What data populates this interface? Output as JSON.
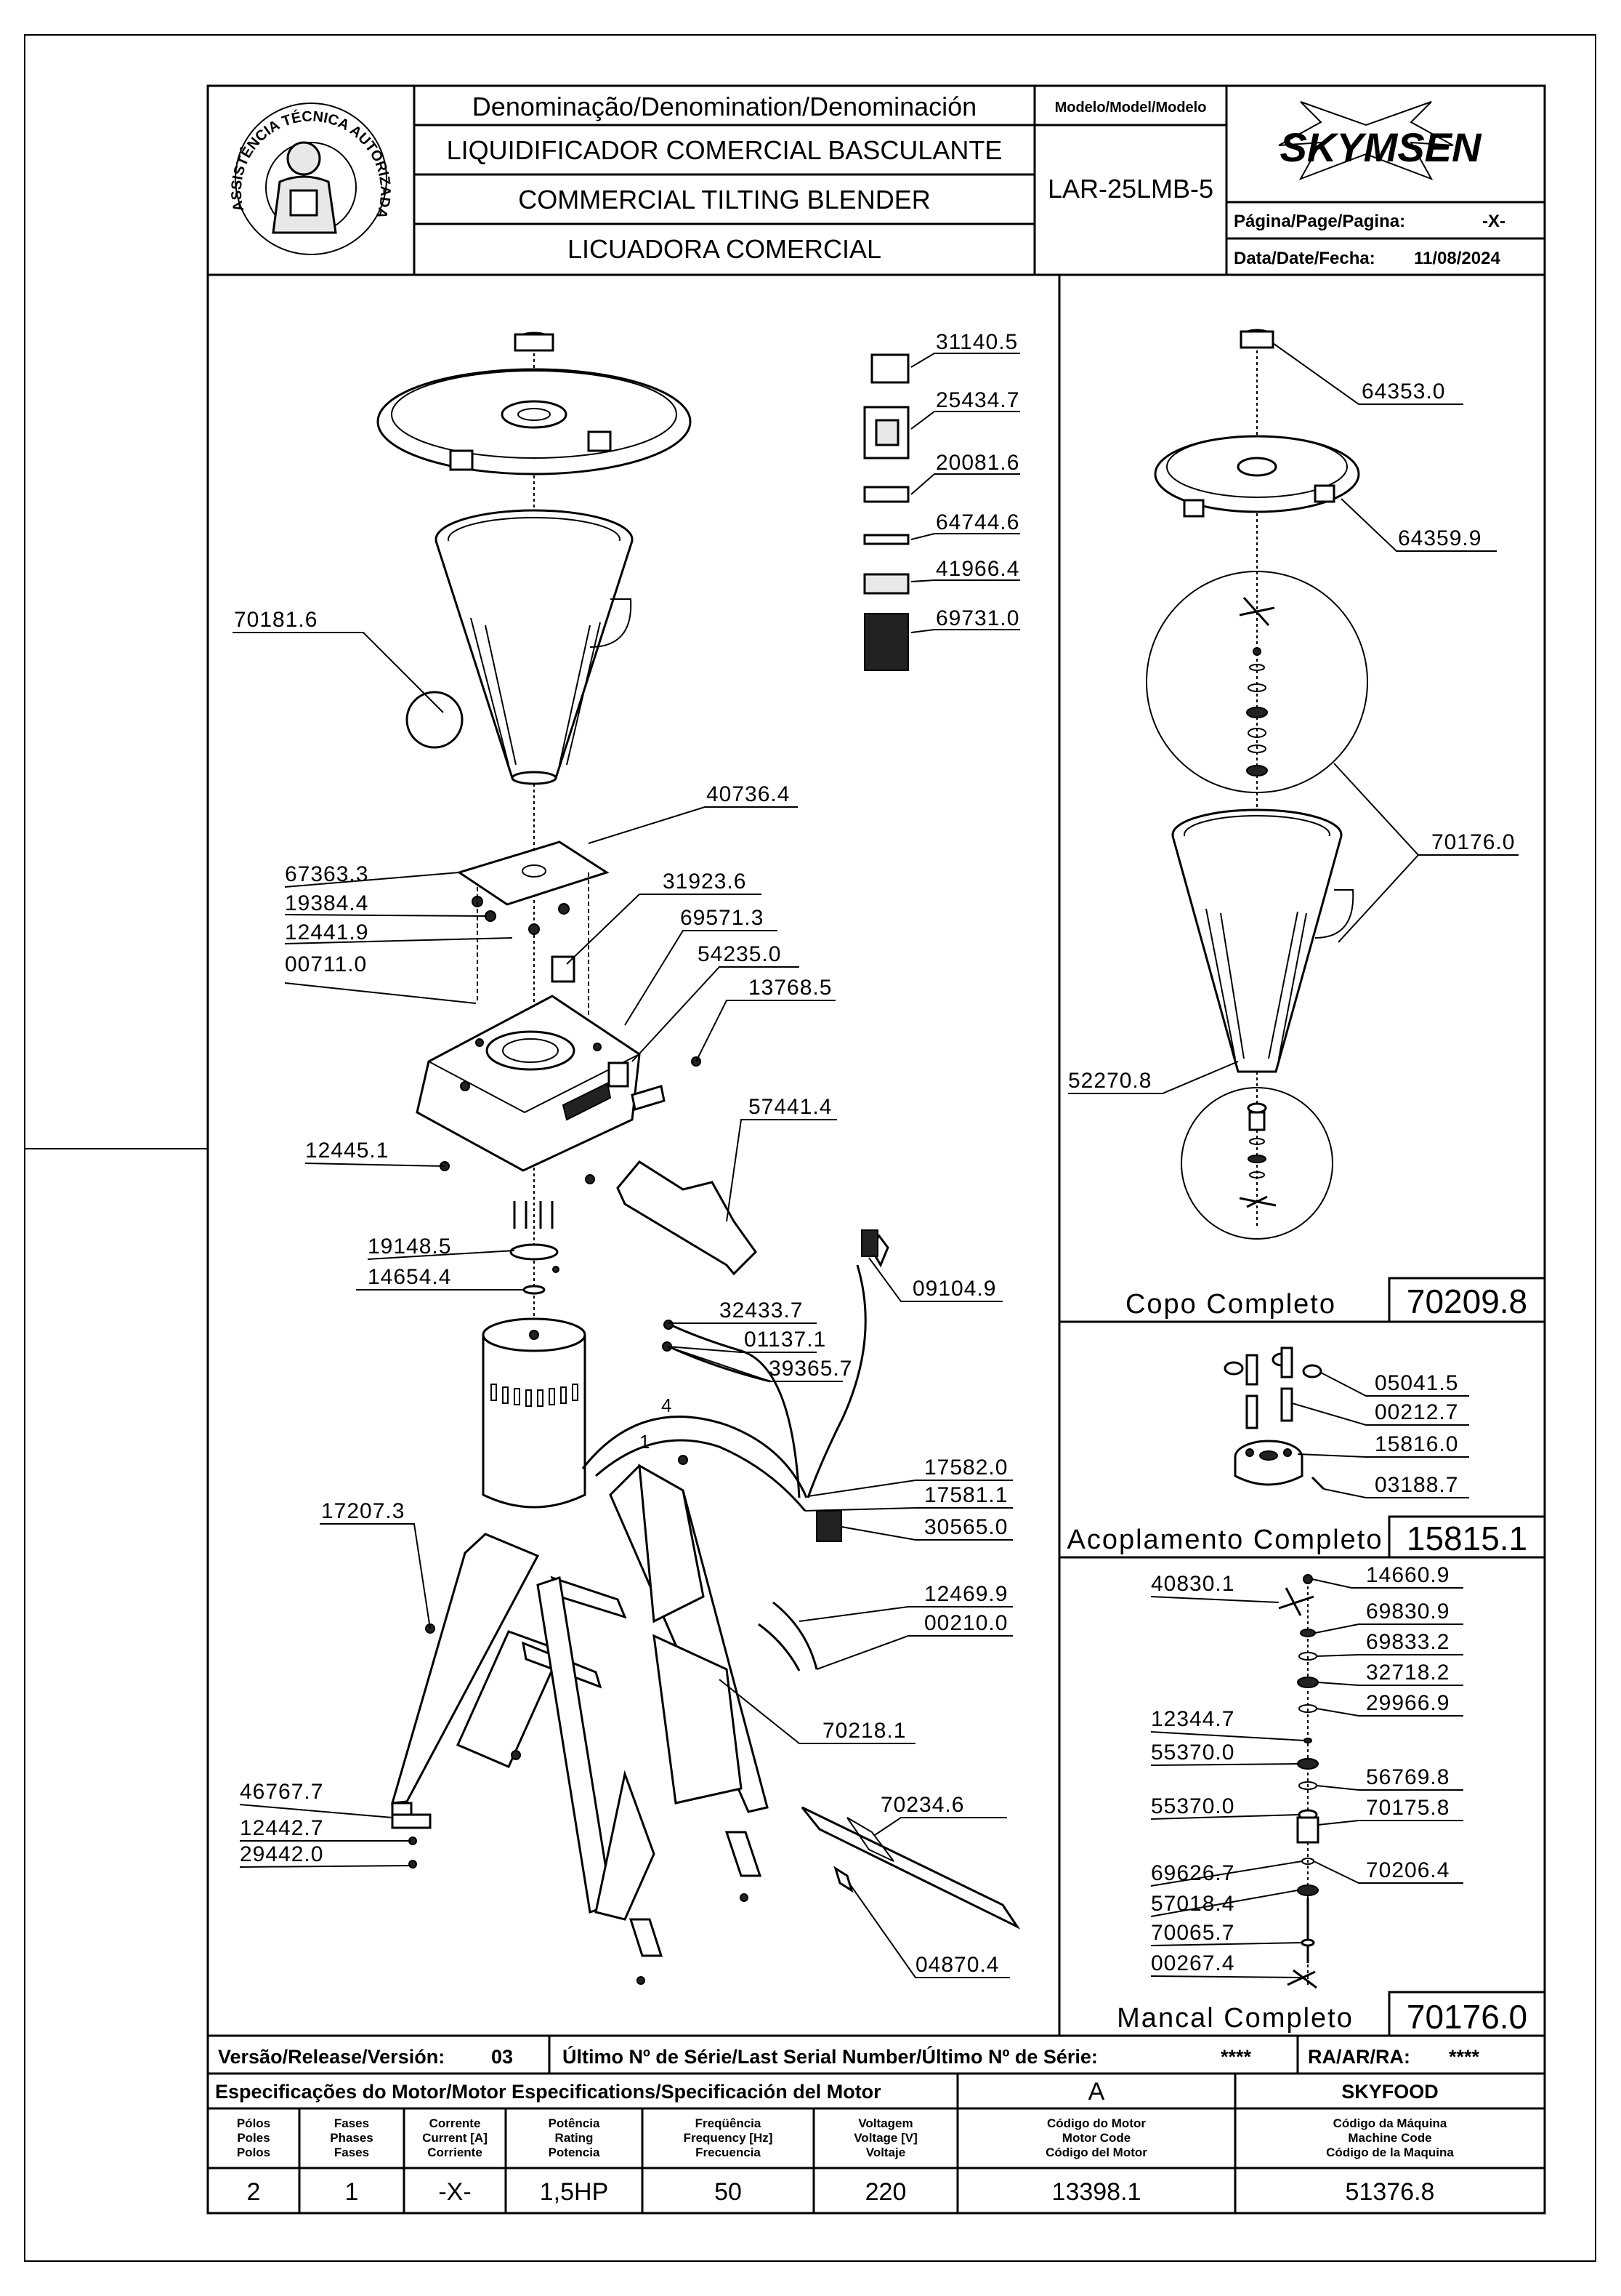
{
  "header": {
    "denomination_label": "Denominação/Denomination/Denominación",
    "name_pt": "LIQUIDIFICADOR COMERCIAL BASCULANTE",
    "name_en": "COMMERCIAL TILTING BLENDER",
    "name_es": "LICUADORA COMERCIAL",
    "model_label": "Modelo/Model/Modelo",
    "model": "LAR-25LMB-5",
    "brand": "SKYMSEN",
    "page_label": "Página/Page/Pagina:",
    "page_value": "-X-",
    "date_label": "Data/Date/Fecha:",
    "date_value": "11/08/2024",
    "seal_text": "ASSISTÊNCIA TÉCNICA AUTORIZADA"
  },
  "parts": {
    "p31140": "31140.5",
    "p25434": "25434.7",
    "p20081": "20081.6",
    "p64744": "64744.6",
    "p41966": "41966.4",
    "p69731": "69731.0",
    "p70181": "70181.6",
    "p40736": "40736.4",
    "p67363": "67363.3",
    "p19384": "19384.4",
    "p12441": "12441.9",
    "p00711": "00711.0",
    "p31923": "31923.6",
    "p69571": "69571.3",
    "p54235": "54235.0",
    "p13768": "13768.5",
    "p12445": "12445.1",
    "p57441": "57441.4",
    "p19148": "19148.5",
    "p14654": "14654.4",
    "p09104": "09104.9",
    "p32433": "32433.7",
    "p01137": "01137.1",
    "p39365": "39365.7",
    "p17582": "17582.0",
    "p17581": "17581.1",
    "p30565": "30565.0",
    "p17207": "17207.3",
    "p12469": "12469.9",
    "p00210": "00210.0",
    "p70218": "70218.1",
    "p70234": "70234.6",
    "p46767": "46767.7",
    "p12442": "12442.7",
    "p29442": "29442.0",
    "p04870": "04870.4",
    "p64353": "64353.0",
    "p64359": "64359.9",
    "p70176a": "70176.0",
    "p52270": "52270.8",
    "p05041": "05041.5",
    "p00212": "00212.7",
    "p15816": "15816.0",
    "p03188": "03188.7",
    "p40830": "40830.1",
    "p14660": "14660.9",
    "p69830": "69830.9",
    "p69833": "69833.2",
    "p32718": "32718.2",
    "p29966": "29966.9",
    "p12344": "12344.7",
    "p55370a": "55370.0",
    "p56769": "56769.8",
    "p55370b": "55370.0",
    "p70175": "70175.8",
    "p69626": "69626.7",
    "p70206": "70206.4",
    "p57018": "57018.4",
    "p70065": "70065.7",
    "p00267": "00267.4",
    "wire4": "4",
    "wire1": "1"
  },
  "sections": {
    "copo_label": "Copo Completo",
    "copo_code": "70209.8",
    "acopl_label": "Acoplamento Completo",
    "acopl_code": "15815.1",
    "mancal_label": "Mancal Completo",
    "mancal_code": "70176.0"
  },
  "footer": {
    "version_label": "Versão/Release/Versión:",
    "version_value": "03",
    "serial_label": "Último Nº de Série/Last Serial Number/Último Nº de Série:",
    "serial_value": "****",
    "ra_label": "RA/AR/RA:",
    "ra_value": "****",
    "motor_spec_label": "Especificações do Motor/Motor Especifications/Specificación del Motor",
    "motor_spec_code": "A",
    "manufacturer": "SKYFOOD",
    "poles_label": [
      "Pólos",
      "Poles",
      "Polos"
    ],
    "phases_label": [
      "Fases",
      "Phases",
      "Fases"
    ],
    "current_label": [
      "Corrente",
      "Current [A]",
      "Corriente"
    ],
    "power_label": [
      "Potência",
      "Rating",
      "Potencia"
    ],
    "freq_label": [
      "Freqüência",
      "Frequency [Hz]",
      "Frecuencia"
    ],
    "voltage_label": [
      "Voltagem",
      "Voltage [V]",
      "Voltaje"
    ],
    "motor_code_label": [
      "Código do Motor",
      "Motor Code",
      "Código del Motor"
    ],
    "machine_code_label": [
      "Código da Máquina",
      "Machine Code",
      "Código de la Maquina"
    ],
    "poles": "2",
    "phases": "1",
    "current": "-X-",
    "power": "1,5HP",
    "frequency": "50",
    "voltage": "220",
    "motor_code": "13398.1",
    "machine_code": "51376.8"
  },
  "colors": {
    "ink": "#000000",
    "paper": "#ffffff",
    "sticker_dark": "#222222"
  }
}
